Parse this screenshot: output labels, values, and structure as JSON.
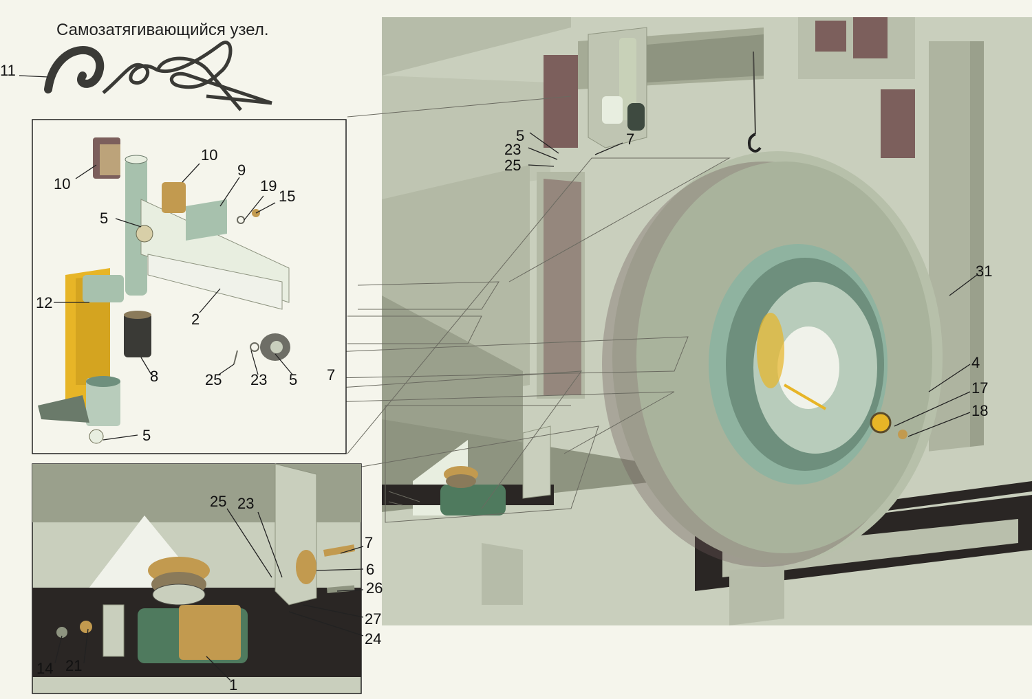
{
  "title": "Самозатягивающийся узел.",
  "colors": {
    "background": "#f5f5ec",
    "body": "#c9cfbd",
    "body_shadow": "#8e9480",
    "accent_dark": "#7c5f5c",
    "tire": "#b7c0aa",
    "tire_dark": "#6e5a58",
    "rim": "#8fb3a0",
    "part_green": "#a7c1ad",
    "yellow": "#e7b527",
    "frame": "#2a2624",
    "winch_body": "#4f7a5e",
    "winch_drum": "#c29a4f"
  },
  "labels": {
    "l1": "1",
    "l2": "2",
    "l4": "4",
    "l5a": "5",
    "l5b": "5",
    "l5c": "5",
    "l5d": "5",
    "l6": "6",
    "l7a": "7",
    "l7b": "7",
    "l7c": "7",
    "l8": "8",
    "l9": "9",
    "l10a": "10",
    "l10b": "10",
    "l11": "11",
    "l12": "12",
    "l14": "14",
    "l15": "15",
    "l17": "17",
    "l18": "18",
    "l19": "19",
    "l21": "21",
    "l23a": "23",
    "l23b": "23",
    "l23c": "23",
    "l24": "24",
    "l25a": "25",
    "l25b": "25",
    "l25c": "25",
    "l26": "26",
    "l27": "27",
    "l31": "31"
  }
}
